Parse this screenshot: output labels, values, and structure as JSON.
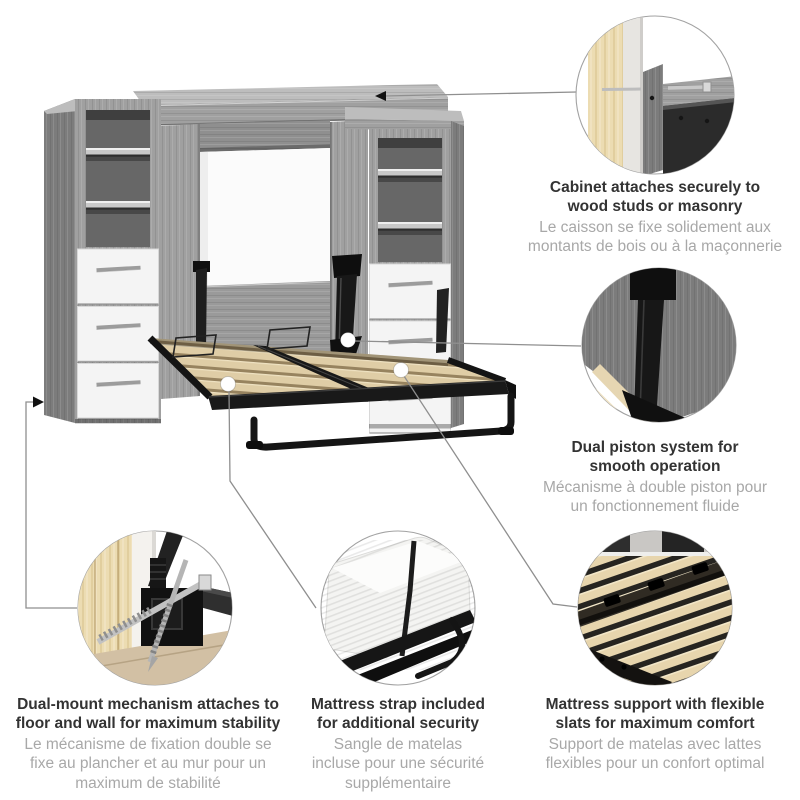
{
  "callouts": [
    {
      "id": "cabinet-wall-mount",
      "en": [
        "Cabinet attaches securely to",
        "wood studs or masonry"
      ],
      "fr": [
        "Le caisson se fixe solidement aux",
        "montants de bois ou à la maçonnerie"
      ]
    },
    {
      "id": "dual-piston",
      "en": [
        "Dual piston system for",
        "smooth operation"
      ],
      "fr": [
        "Mécanisme à double piston pour",
        "un fonctionnement fluide"
      ]
    },
    {
      "id": "dual-mount-mechanism",
      "en": [
        "Dual-mount mechanism attaches to",
        "floor and wall for maximum stability"
      ],
      "fr": [
        "Le mécanisme de fixation double se",
        "fixe au plancher et au mur pour un",
        "maximum de stabilité"
      ]
    },
    {
      "id": "mattress-strap",
      "en": [
        "Mattress strap included",
        "for additional security"
      ],
      "fr": [
        "Sangle de matelas",
        "incluse pour une sécurité",
        "supplémentaire"
      ]
    },
    {
      "id": "slat-support",
      "en": [
        "Mattress support with flexible",
        "slats for maximum comfort"
      ],
      "fr": [
        "Support de matelas avec lattes",
        "flexibles pour un confort optimal"
      ]
    }
  ],
  "icons": [
    "wall-stud-screw-detail-icon",
    "piston-mechanism-detail-icon",
    "floor-wall-anchor-detail-icon",
    "mattress-strap-detail-icon",
    "wood-slats-detail-icon"
  ],
  "colors": {
    "background": "#ffffff",
    "cabinet_gray": "#a0a0a0",
    "cabinet_gray_dark": "#7c7c7c",
    "cabinet_top": "#bdbdbd",
    "interior_shadow": "#676767",
    "drawer_white": "#f4f4f4",
    "handle_silver": "#9c9c9c",
    "slat_wood": "#dfcda6",
    "slat_gap": "#97835f",
    "frame_black": "#1d1d1d",
    "stud_pine": "#ecdcb2",
    "floor_wood": "#d2c0a4",
    "leader_line": "#8f8f8f",
    "heading_text": "#333333",
    "subtext": "#a8a8a8"
  }
}
